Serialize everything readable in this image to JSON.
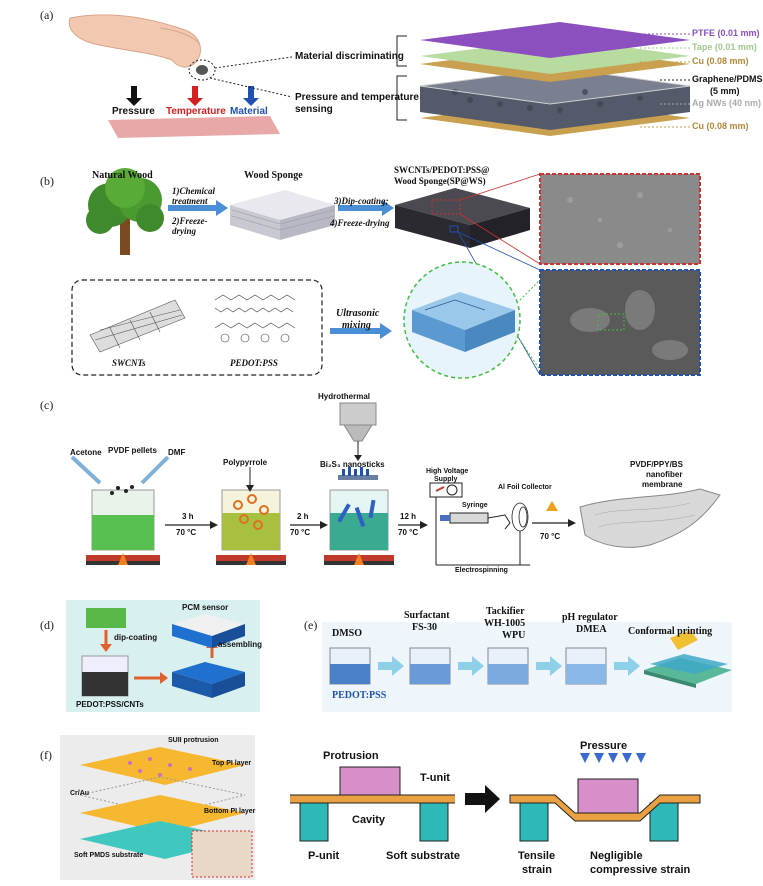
{
  "panels": {
    "a": {
      "letter": "(a)",
      "arrows": [
        "Pressure",
        "Temperature",
        "Material"
      ],
      "callouts": [
        "Material discriminating",
        "Pressure and temperature",
        "sensing"
      ],
      "layers": [
        "PTFE (0.01 mm)",
        "Tape (0.01 mm)",
        "Cu (0.08 mm)",
        "Graphene/PDMS",
        "(5 mm)",
        "Ag NWs (40 nm)",
        "Cu (0.08 mm)"
      ]
    },
    "b": {
      "letter": "(b)",
      "natural_wood": "Natural Wood",
      "wood_sponge": "Wood Sponge",
      "step1": "1)Chemical",
      "step1b": "treatment",
      "step2": "2)Freeze-",
      "step2b": "drying",
      "step3": "3)Dip-coating;",
      "step4": "4)Freeze-drying",
      "product": "SWCNTs/PEDOT:PSS@",
      "product2": "Wood Sponge(SP@WS)",
      "swcnts": "SWCNTs",
      "pedot": "PEDOT:PSS",
      "ultra1": "Ultrasonic",
      "ultra2": "mixing"
    },
    "c": {
      "letter": "(c)",
      "acetone": "Acetone",
      "pvdf_pellets": "PVDF pellets",
      "dmf": "DMF",
      "polypyrrole": "Polypyrrole",
      "hydrothermal": "Hydrothermal",
      "bi2s3": "Bi₂S₃ nanosticks",
      "t1": "3 h",
      "t1c": "70 °C",
      "t2": "2 h",
      "t2c": "70 °C",
      "t3": "12 h",
      "t3c": "70 °C",
      "hv1": "High Voltage",
      "hv2": "Supply",
      "syringe": "Syringe",
      "al": "Al Foil Collector",
      "electro": "Electrospinning",
      "t4c": "70 °C",
      "mem1": "PVDF/PPY/BS",
      "mem2": "nanofiber",
      "mem3": "membrane"
    },
    "d": {
      "letter": "(d)",
      "pcm": "PCM sensor",
      "dip": "dip-coating",
      "assembling": "assembling",
      "pedot_cnt": "PEDOT:PSS/CNTs"
    },
    "e": {
      "letter": "(e)",
      "dmso": "DMSO",
      "surf1": "Surfactant",
      "surf2": "FS-30",
      "tack1": "Tackifier",
      "tack2": "WH-1005",
      "wpu": "WPU",
      "ph1": "pH regulator",
      "ph2": "DMEA",
      "conformal": "Conformal printing",
      "pedot": "PEDOT:PSS"
    },
    "f": {
      "letter": "(f)",
      "sub1": "SUII protrusion",
      "sub2": "Top PI layer",
      "sub3": "Cr/Au",
      "sub4": "Bottom PI layer",
      "sub5": "Soft PMDS substrate",
      "protrusion": "Protrusion",
      "tunit": "T-unit",
      "cavity": "Cavity",
      "punit": "P-unit",
      "soft": "Soft substrate",
      "pressure": "Pressure",
      "tensile1": "Tensile",
      "tensile2": "strain",
      "neg1": "Negligible",
      "neg2": "compressive strain"
    }
  },
  "colors": {
    "purple": "#8b4fc0",
    "tape": "#9ec98a",
    "copper": "#c8a050",
    "red": "#d42020",
    "blue": "#2050b0",
    "teal": "#2fb8b8",
    "pink": "#d68fc8"
  }
}
